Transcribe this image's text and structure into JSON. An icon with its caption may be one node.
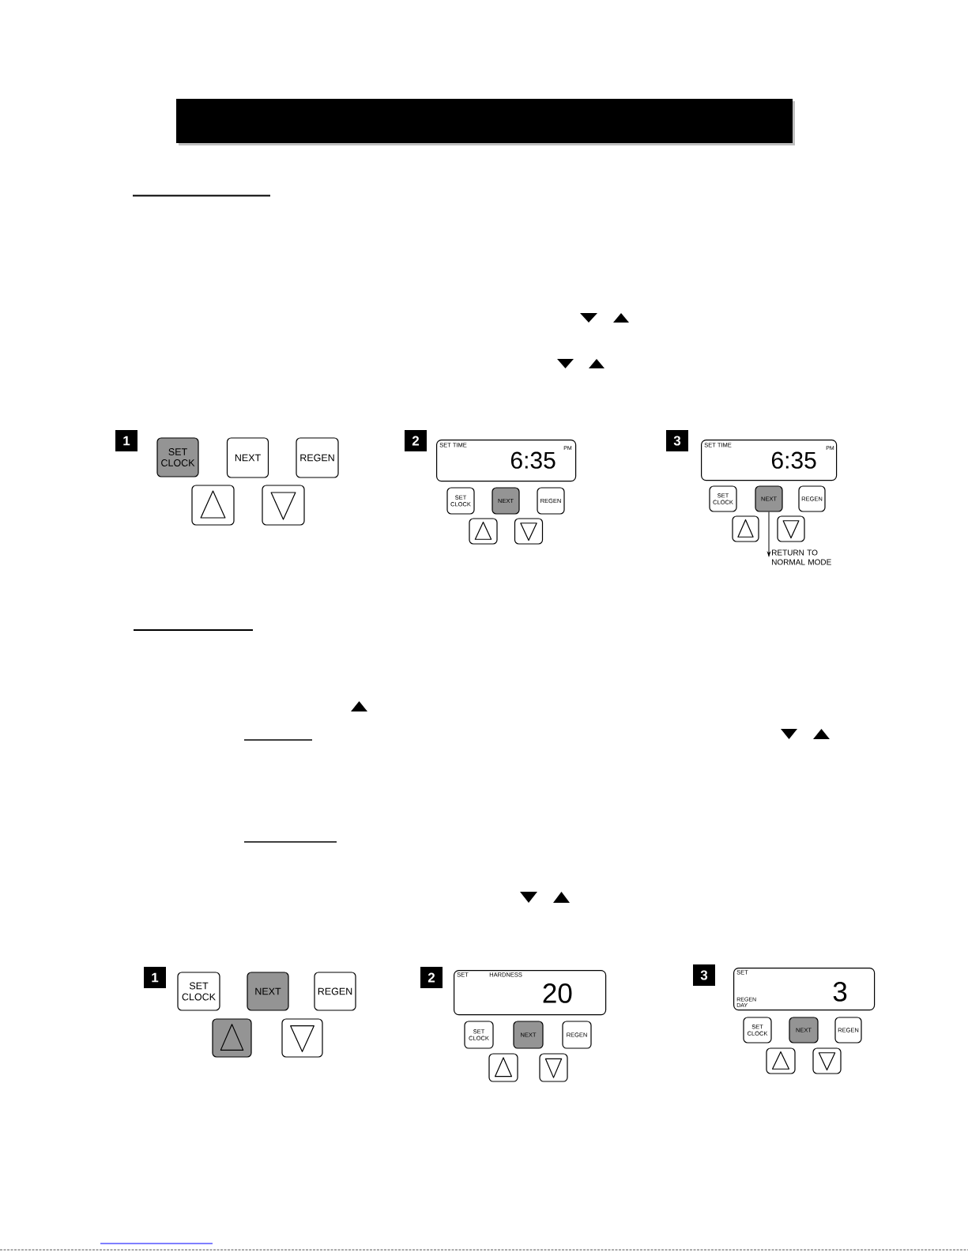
{
  "diagram": {
    "nodes": [
      {
        "text": [
          "1"
        ]
      },
      {
        "text": [
          "SET CLOCK"
        ]
      },
      {
        "text": [
          "NEXT"
        ]
      },
      {
        "text": [
          "REGEN"
        ]
      },
      {
        "text": [],
        "shape": "box"
      },
      {
        "text": [],
        "shape": "box"
      },
      {
        "text": [
          "2"
        ]
      },
      {
        "text": [
          "SET TIME",
          "6:35",
          "PM"
        ]
      },
      {
        "text": [
          "SET CLOCK"
        ]
      },
      {
        "text": [
          "NEXT"
        ]
      },
      {
        "text": [
          "REGEN"
        ]
      },
      {
        "text": [],
        "shape": "box"
      },
      {
        "text": [],
        "shape": "box"
      },
      {
        "text": [
          "3"
        ]
      },
      {
        "text": [
          "SET TIME",
          "6:35",
          "PM"
        ]
      },
      {
        "text": [
          "SET CLOCK"
        ]
      },
      {
        "text": [
          "NEXT"
        ]
      },
      {
        "text": [
          "REGEN"
        ]
      },
      {
        "text": [],
        "shape": "box"
      },
      {
        "text": [],
        "shape": "box"
      },
      {
        "text": [
          "RETURN TO NORMAL MODE"
        ]
      },
      {
        "text": [
          "1"
        ]
      },
      {
        "text": [
          "SET CLOCK"
        ]
      },
      {
        "text": [
          "NEXT"
        ]
      },
      {
        "text": [
          "REGEN"
        ]
      },
      {
        "text": [],
        "shape": "box"
      },
      {
        "text": [],
        "shape": "box"
      },
      {
        "text": [
          "2"
        ]
      },
      {
        "text": [
          "SET",
          "HARDNESS",
          "20"
        ]
      },
      {
        "text": [
          "SET CLOCK"
        ]
      },
      {
        "text": [
          "NEXT"
        ]
      },
      {
        "text": [
          "REGEN"
        ]
      },
      {
        "text": [],
        "shape": "box"
      },
      {
        "text": [],
        "shape": "box"
      },
      {
        "text": [
          "3"
        ]
      },
      {
        "text": [
          "SET",
          "REGEN DAY",
          "3"
        ]
      },
      {
        "text": [
          "SET CLOCK"
        ]
      },
      {
        "text": [
          "NEXT"
        ]
      },
      {
        "text": [
          "REGEN"
        ]
      },
      {
        "text": [],
        "shape": "box"
      },
      {
        "text": [],
        "shape": "box"
      }
    ],
    "edges": [
      {
        "from": 16,
        "to": 20,
        "arrow": "to"
      }
    ]
  }
}
